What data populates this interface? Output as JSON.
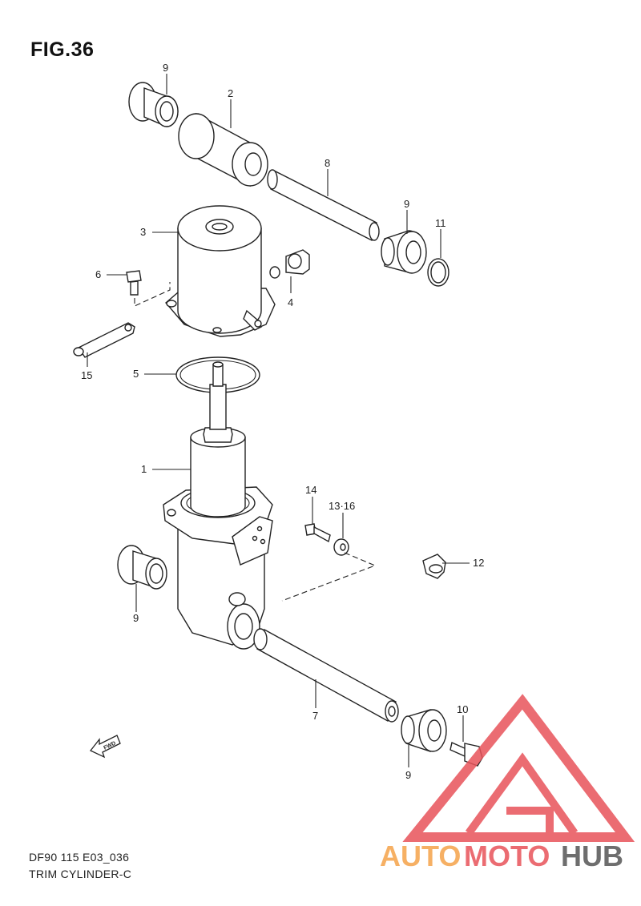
{
  "figure": {
    "title": "FIG.36",
    "footer_code": "DF90 115 E03_036",
    "footer_name": "TRIM CYLINDER-C"
  },
  "callouts": {
    "c1": "1",
    "c2": "2",
    "c3": "3",
    "c4": "4",
    "c5": "5",
    "c6": "6",
    "c7": "7",
    "c8": "8",
    "c9a": "9",
    "c9b": "9",
    "c9c": "9",
    "c9d": "9",
    "c10": "10",
    "c11": "11",
    "c12": "12",
    "c13": "13·16",
    "c14": "14",
    "c15": "15"
  },
  "fwd_label": "FWD",
  "watermark": {
    "part1": "AUTO",
    "part2": "MOTO",
    "part3": "HUB",
    "colors": {
      "orange": "#f5a34a",
      "red": "#e8535a",
      "gray": "#555555"
    }
  }
}
